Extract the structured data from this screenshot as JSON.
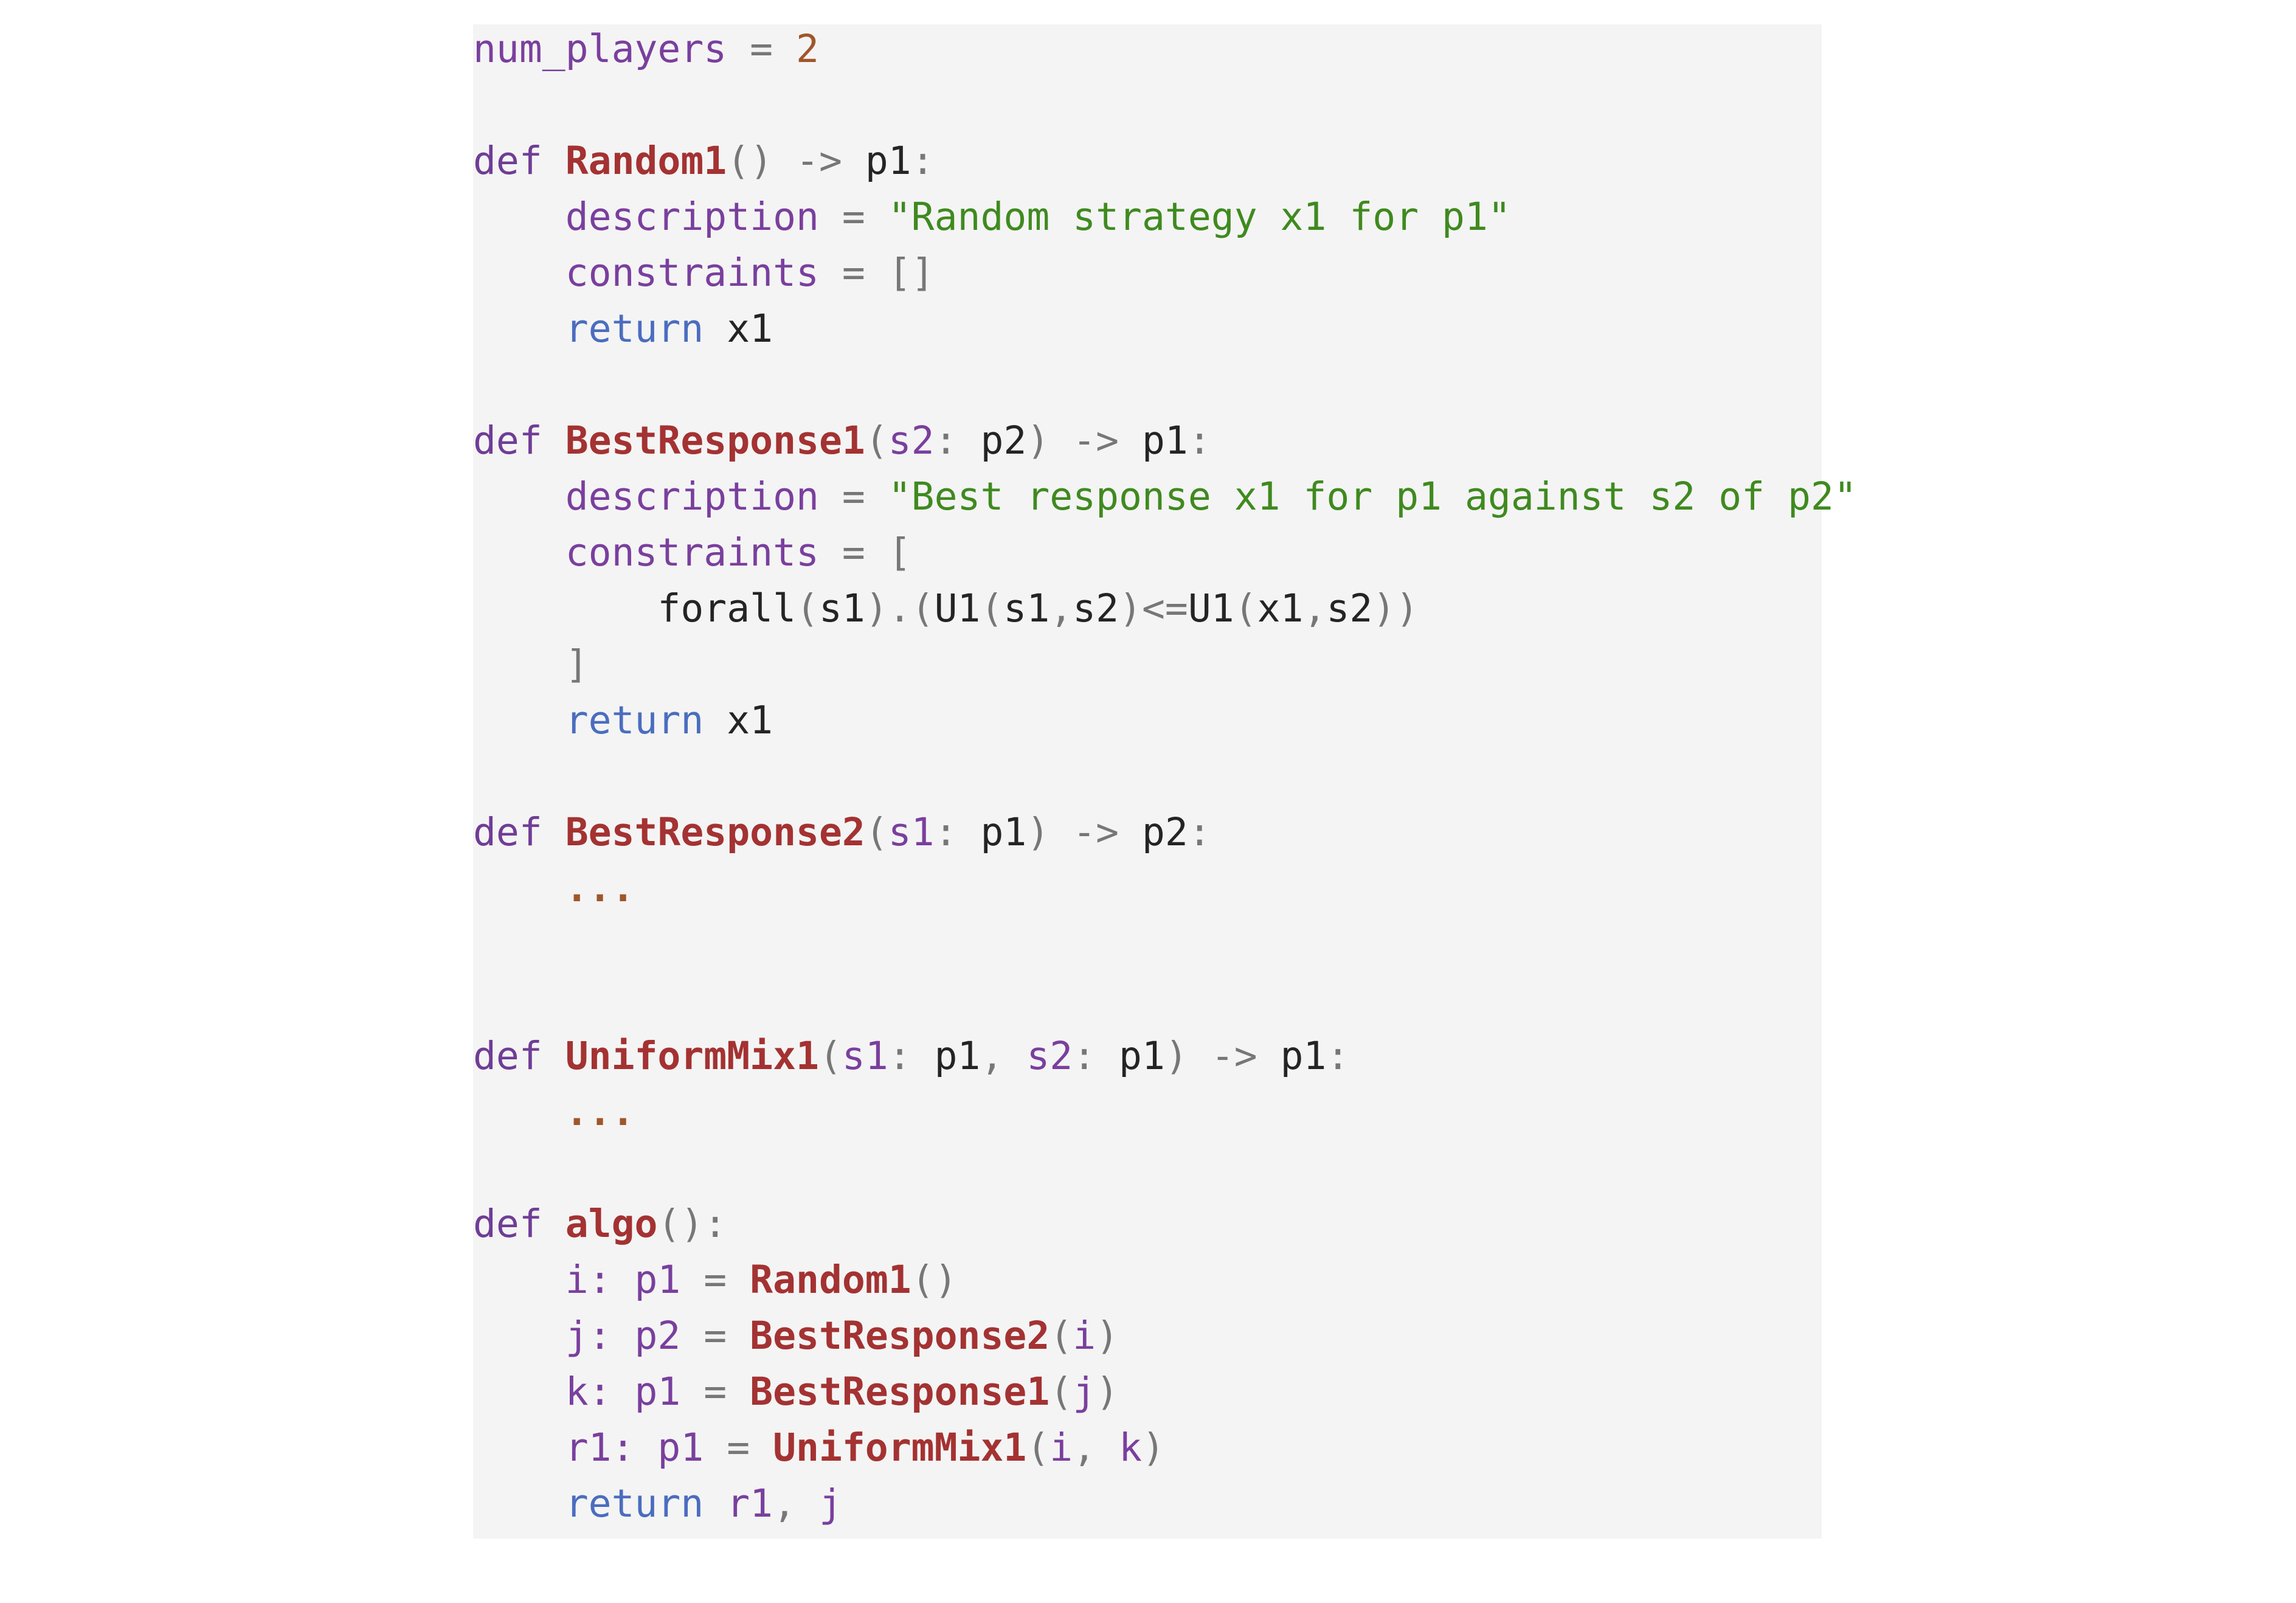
{
  "code": {
    "lines": [
      [
        {
          "t": "num_players",
          "c": "var"
        },
        {
          "t": " = ",
          "c": "punc"
        },
        {
          "t": "2",
          "c": "num"
        }
      ],
      [],
      [
        {
          "t": "def ",
          "c": "kw"
        },
        {
          "t": "Random1",
          "c": "fn"
        },
        {
          "t": "()",
          "c": "punc"
        },
        {
          "t": " -> ",
          "c": "punc"
        },
        {
          "t": "p1",
          "c": "plain"
        },
        {
          "t": ":",
          "c": "punc"
        }
      ],
      [
        {
          "t": "    description",
          "c": "var"
        },
        {
          "t": " = ",
          "c": "punc"
        },
        {
          "t": "\"Random strategy x1 for p1\"",
          "c": "str"
        }
      ],
      [
        {
          "t": "    constraints",
          "c": "var"
        },
        {
          "t": " = ",
          "c": "punc"
        },
        {
          "t": "[]",
          "c": "punc"
        }
      ],
      [
        {
          "t": "    return",
          "c": "ret"
        },
        {
          "t": " x1",
          "c": "plain"
        }
      ],
      [],
      [
        {
          "t": "def ",
          "c": "kw"
        },
        {
          "t": "BestResponse1",
          "c": "fn"
        },
        {
          "t": "(",
          "c": "punc"
        },
        {
          "t": "s2",
          "c": "var"
        },
        {
          "t": ": ",
          "c": "punc"
        },
        {
          "t": "p2",
          "c": "plain"
        },
        {
          "t": ")",
          "c": "punc"
        },
        {
          "t": " -> ",
          "c": "punc"
        },
        {
          "t": "p1",
          "c": "plain"
        },
        {
          "t": ":",
          "c": "punc"
        }
      ],
      [
        {
          "t": "    description",
          "c": "var"
        },
        {
          "t": " = ",
          "c": "punc"
        },
        {
          "t": "\"Best response x1 for p1 against s2 of p2\"",
          "c": "str"
        }
      ],
      [
        {
          "t": "    constraints",
          "c": "var"
        },
        {
          "t": " = ",
          "c": "punc"
        },
        {
          "t": "[",
          "c": "punc"
        }
      ],
      [
        {
          "t": "        forall",
          "c": "plain"
        },
        {
          "t": "(",
          "c": "punc"
        },
        {
          "t": "s1",
          "c": "plain"
        },
        {
          "t": ").(",
          "c": "punc"
        },
        {
          "t": "U1",
          "c": "plain"
        },
        {
          "t": "(",
          "c": "punc"
        },
        {
          "t": "s1",
          "c": "plain"
        },
        {
          "t": ",",
          "c": "punc"
        },
        {
          "t": "s2",
          "c": "plain"
        },
        {
          "t": ")<=",
          "c": "punc"
        },
        {
          "t": "U1",
          "c": "plain"
        },
        {
          "t": "(",
          "c": "punc"
        },
        {
          "t": "x1",
          "c": "plain"
        },
        {
          "t": ",",
          "c": "punc"
        },
        {
          "t": "s2",
          "c": "plain"
        },
        {
          "t": "))",
          "c": "punc"
        }
      ],
      [
        {
          "t": "    ]",
          "c": "punc"
        }
      ],
      [
        {
          "t": "    return",
          "c": "ret"
        },
        {
          "t": " x1",
          "c": "plain"
        }
      ],
      [],
      [
        {
          "t": "def ",
          "c": "kw"
        },
        {
          "t": "BestResponse2",
          "c": "fn"
        },
        {
          "t": "(",
          "c": "punc"
        },
        {
          "t": "s1",
          "c": "var"
        },
        {
          "t": ": ",
          "c": "punc"
        },
        {
          "t": "p1",
          "c": "plain"
        },
        {
          "t": ")",
          "c": "punc"
        },
        {
          "t": " -> ",
          "c": "punc"
        },
        {
          "t": "p2",
          "c": "plain"
        },
        {
          "t": ":",
          "c": "punc"
        }
      ],
      [
        {
          "t": "    ...",
          "c": "ellipsis"
        }
      ],
      [],
      [],
      [
        {
          "t": "def ",
          "c": "kw"
        },
        {
          "t": "UniformMix1",
          "c": "fn"
        },
        {
          "t": "(",
          "c": "punc"
        },
        {
          "t": "s1",
          "c": "var"
        },
        {
          "t": ": ",
          "c": "punc"
        },
        {
          "t": "p1",
          "c": "plain"
        },
        {
          "t": ", ",
          "c": "punc"
        },
        {
          "t": "s2",
          "c": "var"
        },
        {
          "t": ": ",
          "c": "punc"
        },
        {
          "t": "p1",
          "c": "plain"
        },
        {
          "t": ")",
          "c": "punc"
        },
        {
          "t": " -> ",
          "c": "punc"
        },
        {
          "t": "p1",
          "c": "plain"
        },
        {
          "t": ":",
          "c": "punc"
        }
      ],
      [
        {
          "t": "    ...",
          "c": "ellipsis"
        }
      ],
      [],
      [
        {
          "t": "def ",
          "c": "kw"
        },
        {
          "t": "algo",
          "c": "fn"
        },
        {
          "t": "():",
          "c": "punc"
        }
      ],
      [
        {
          "t": "    i: p1",
          "c": "var"
        },
        {
          "t": " = ",
          "c": "punc"
        },
        {
          "t": "Random1",
          "c": "fn"
        },
        {
          "t": "()",
          "c": "punc"
        }
      ],
      [
        {
          "t": "    j: p2",
          "c": "var"
        },
        {
          "t": " = ",
          "c": "punc"
        },
        {
          "t": "BestResponse2",
          "c": "fn"
        },
        {
          "t": "(",
          "c": "punc"
        },
        {
          "t": "i",
          "c": "var"
        },
        {
          "t": ")",
          "c": "punc"
        }
      ],
      [
        {
          "t": "    k: p1",
          "c": "var"
        },
        {
          "t": " = ",
          "c": "punc"
        },
        {
          "t": "BestResponse1",
          "c": "fn"
        },
        {
          "t": "(",
          "c": "punc"
        },
        {
          "t": "j",
          "c": "var"
        },
        {
          "t": ")",
          "c": "punc"
        }
      ],
      [
        {
          "t": "    r1: p1",
          "c": "var"
        },
        {
          "t": " = ",
          "c": "punc"
        },
        {
          "t": "UniformMix1",
          "c": "fn"
        },
        {
          "t": "(",
          "c": "punc"
        },
        {
          "t": "i",
          "c": "var"
        },
        {
          "t": ", ",
          "c": "punc"
        },
        {
          "t": "k",
          "c": "var"
        },
        {
          "t": ")",
          "c": "punc"
        }
      ],
      [
        {
          "t": "    return",
          "c": "ret"
        },
        {
          "t": " r1",
          "c": "var"
        },
        {
          "t": ", ",
          "c": "punc"
        },
        {
          "t": "j",
          "c": "var"
        }
      ]
    ]
  }
}
